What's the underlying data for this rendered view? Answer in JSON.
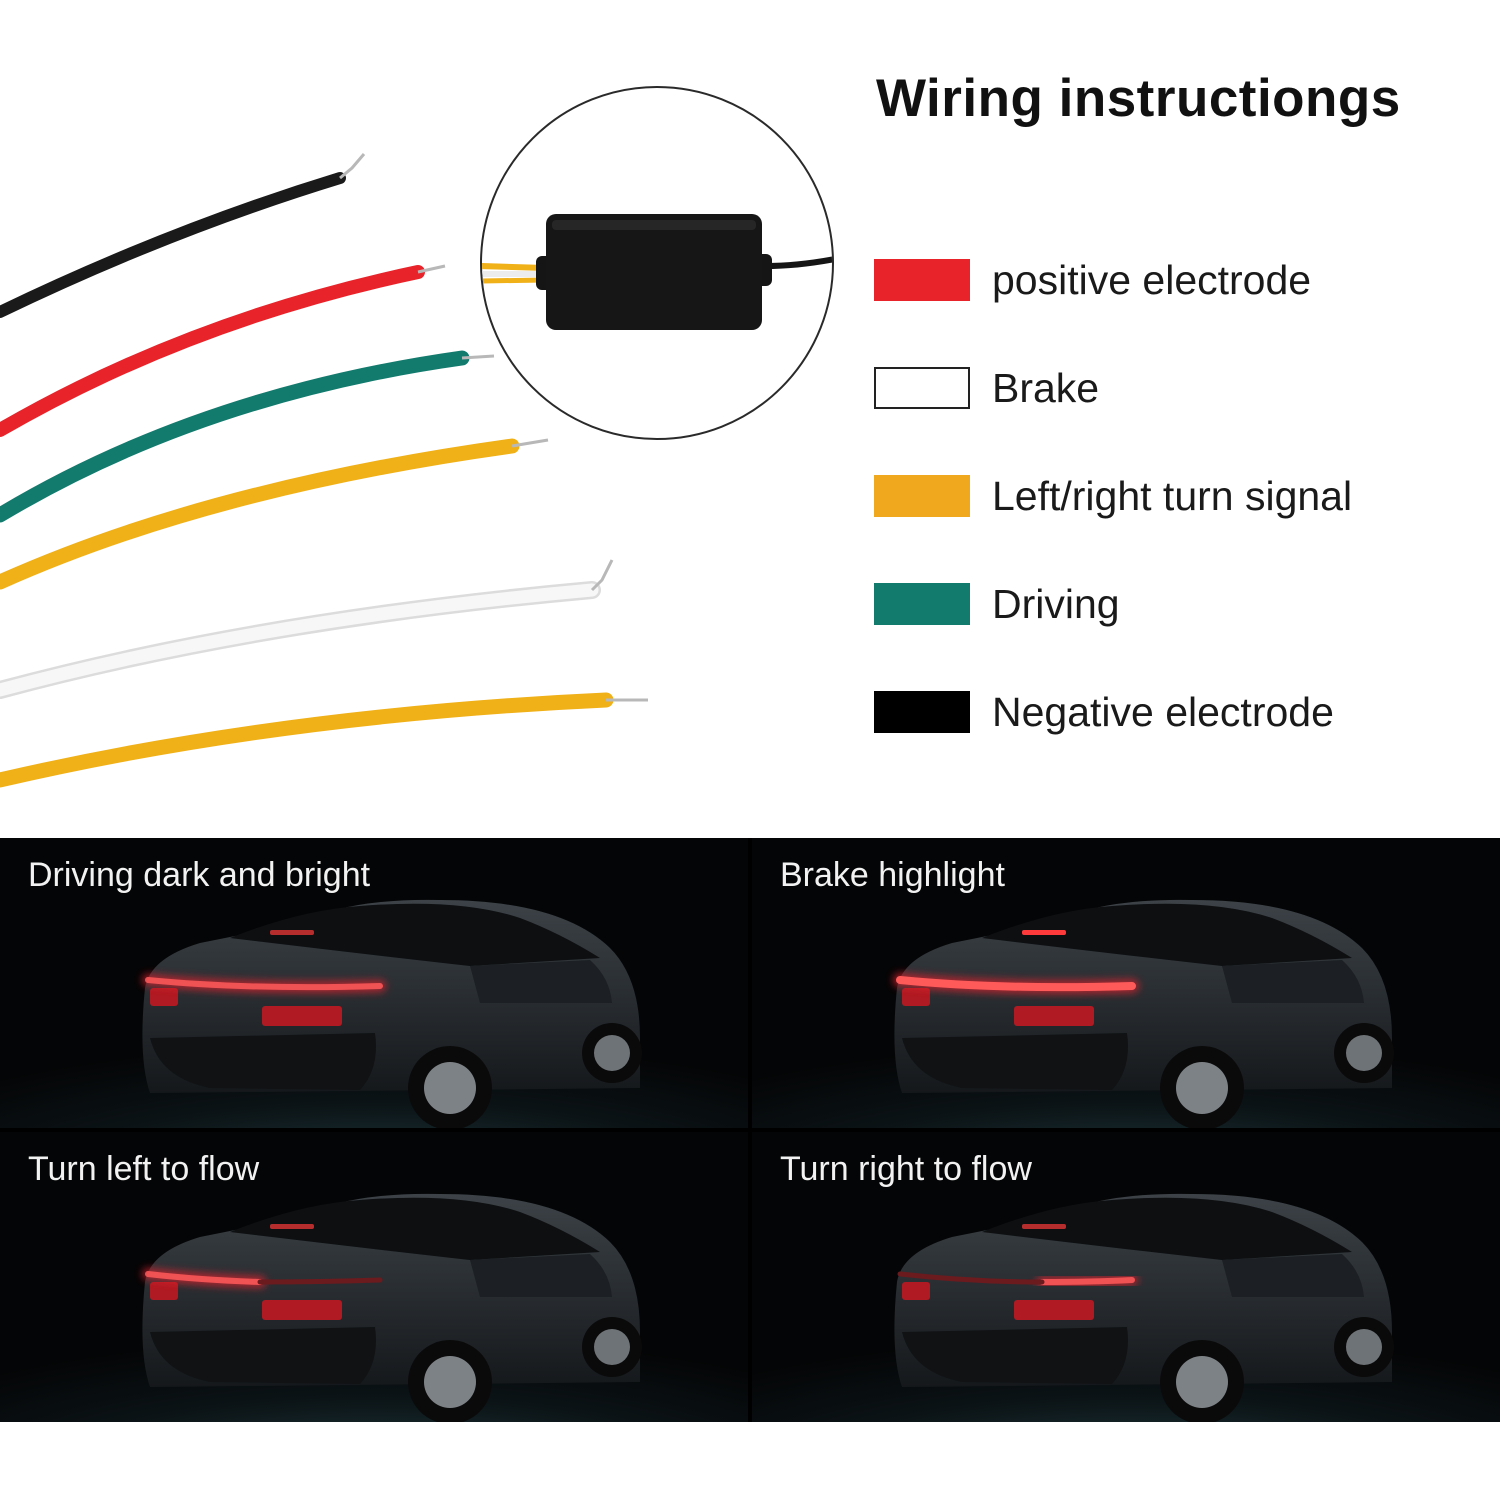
{
  "title": "Wiring instructiongs",
  "legend": [
    {
      "label": "positive electrode",
      "color": "#e8232a"
    },
    {
      "label": "Brake",
      "color": "#ffffff"
    },
    {
      "label": "Left/right turn signal",
      "color": "#f0a81e"
    },
    {
      "label": "Driving",
      "color": "#137a6e"
    },
    {
      "label": "Negative electrode",
      "color": "#000000"
    }
  ],
  "panels": [
    {
      "label": "Driving dark and bright"
    },
    {
      "label": "Brake highlight"
    },
    {
      "label": "Turn left to flow"
    },
    {
      "label": "Turn right to flow"
    }
  ]
}
